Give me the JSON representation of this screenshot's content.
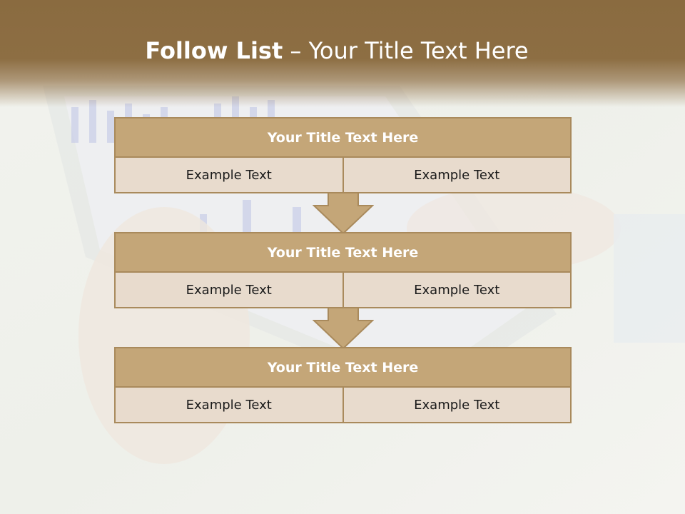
{
  "header": {
    "title_bold": "Follow List",
    "title_separator": " – ",
    "title_rest": "Your Title Text Here"
  },
  "blocks": [
    {
      "title": "Your Title Text Here",
      "cells": [
        "Example Text",
        "Example Text"
      ]
    },
    {
      "title": "Your Title Text Here",
      "cells": [
        "Example Text",
        "Example Text"
      ]
    },
    {
      "title": "Your Title Text Here",
      "cells": [
        "Example Text",
        "Example Text"
      ]
    }
  ],
  "colors": {
    "header_band": "#8a6b40",
    "block_title_fill": "#c4a678",
    "block_cell_fill": "#e8dbcd",
    "border": "#a98a5c",
    "arrow_fill": "#c4a678"
  }
}
